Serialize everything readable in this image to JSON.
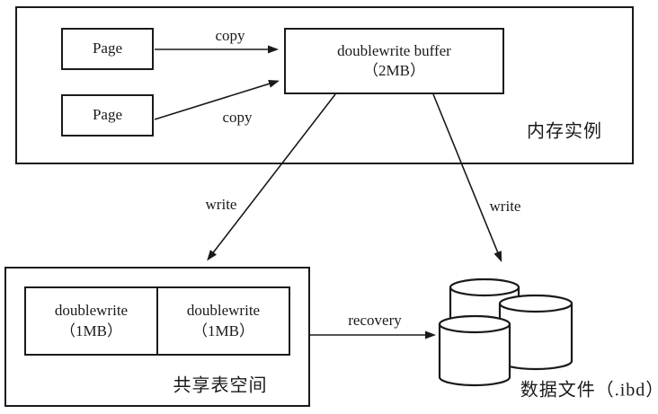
{
  "colors": {
    "ink": "#1a1a1a",
    "background": "#ffffff"
  },
  "memory_instance": {
    "region_label": "内存实例",
    "pages": [
      {
        "label": "Page"
      },
      {
        "label": "Page"
      }
    ],
    "buffer": {
      "title": "doublewrite buffer",
      "size": "（2MB）"
    }
  },
  "arrows": {
    "copy_top": "copy",
    "copy_bottom": "copy",
    "write_left": "write",
    "write_right": "write",
    "recovery": "recovery"
  },
  "shared_tablespace": {
    "region_label": "共享表空间",
    "segments": [
      {
        "title": "doublewrite",
        "size": "（1MB）"
      },
      {
        "title": "doublewrite",
        "size": "（1MB）"
      }
    ]
  },
  "data_files": {
    "label": "数据文件（.ibd）"
  }
}
